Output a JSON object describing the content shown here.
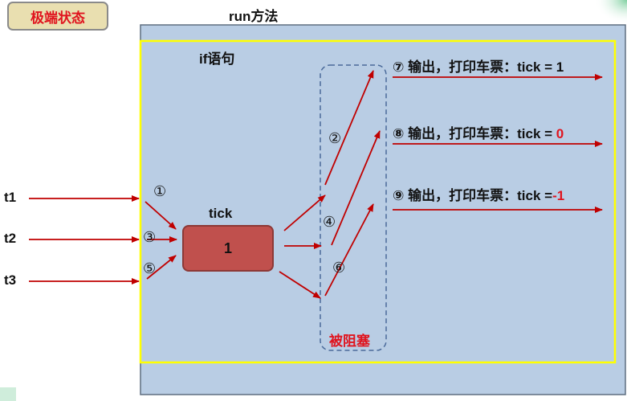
{
  "badge": {
    "label": "极端状态"
  },
  "method_title": "run方法",
  "if_title": "if语句",
  "tick": {
    "label": "tick",
    "value": "1"
  },
  "threads": [
    "t1",
    "t2",
    "t3"
  ],
  "steps": {
    "s1": "①",
    "s2": "②",
    "s3": "③",
    "s4": "④",
    "s5": "⑤",
    "s6": "⑥"
  },
  "outputs": [
    {
      "num": "⑦",
      "text": " 输出，打印车票：tick = ",
      "value": "1"
    },
    {
      "num": "⑧",
      "text": " 输出，打印车票：tick = ",
      "value": "0"
    },
    {
      "num": "⑨",
      "text": " 输出，打印车票：tick =",
      "value": "-1"
    }
  ],
  "blocked_label": "被阻塞",
  "colors": {
    "panel": "#b9cde4",
    "panel_border": "#5f6e80",
    "if_border": "#ffff00",
    "arrow": "#c00000",
    "tick_box": "#c0504d",
    "highlight": "#e0141e",
    "badge_bg": "#e9dfb0",
    "dashed_box": "#4a6a9a"
  }
}
